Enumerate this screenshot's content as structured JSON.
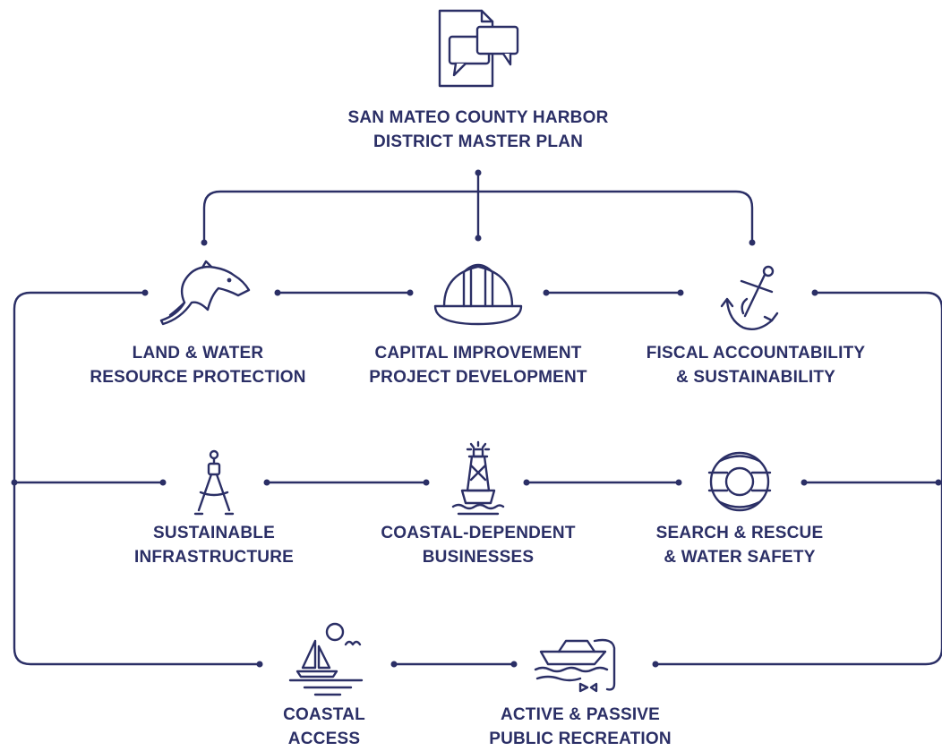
{
  "colors": {
    "ink": "#2b2f66",
    "background": "#ffffff"
  },
  "title": {
    "line1": "SAN MATEO COUNTY HARBOR",
    "line2": "DISTRICT MASTER PLAN",
    "icon": "document-speech-bubbles-icon"
  },
  "nodes": [
    {
      "id": "land-water",
      "line1": "LAND & WATER",
      "line2": "RESOURCE PROTECTION",
      "icon": "dolphin-icon"
    },
    {
      "id": "capital",
      "line1": "CAPITAL IMPROVEMENT",
      "line2": "PROJECT DEVELOPMENT",
      "icon": "hard-hat-icon"
    },
    {
      "id": "fiscal",
      "line1": "FISCAL ACCOUNTABILITY",
      "line2": "& SUSTAINABILITY",
      "icon": "anchor-icon"
    },
    {
      "id": "infrastructure",
      "line1": "SUSTAINABLE",
      "line2": "INFRASTRUCTURE",
      "icon": "drafting-compass-icon"
    },
    {
      "id": "coastal-business",
      "line1": "COASTAL-DEPENDENT",
      "line2": "BUSINESSES",
      "icon": "buoy-lighthouse-icon"
    },
    {
      "id": "search-rescue",
      "line1": "SEARCH & RESCUE",
      "line2": "& WATER SAFETY",
      "icon": "life-ring-icon"
    },
    {
      "id": "coastal-access",
      "line1": "COASTAL",
      "line2": "ACCESS",
      "icon": "sailboat-sunset-icon"
    },
    {
      "id": "recreation",
      "line1": "ACTIVE & PASSIVE",
      "line2": "PUBLIC RECREATION",
      "icon": "boat-fishing-icon"
    }
  ]
}
